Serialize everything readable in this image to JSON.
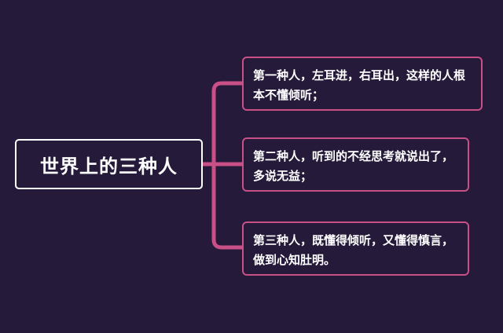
{
  "colors": {
    "background": "#251a3a",
    "connector": "#c94f87",
    "root_border": "#ffffff",
    "text": "#ffffff"
  },
  "root": {
    "label": "世界上的三种人"
  },
  "branches": [
    {
      "text": "第一种人，左耳进，右耳出，这样的人根本不懂倾听；"
    },
    {
      "text": "第二种人，听到的不经思考就说出了，多说无益；"
    },
    {
      "text": "第三种人，既懂得倾听，又懂得慎言，做到心知肚明。"
    }
  ]
}
